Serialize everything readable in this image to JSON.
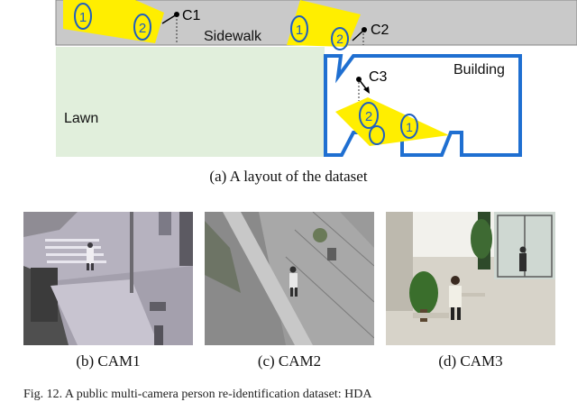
{
  "map": {
    "labels": {
      "sidewalk": "Sidewalk",
      "building": "Building",
      "lawn": "Lawn"
    },
    "cameras": [
      {
        "id": "C1"
      },
      {
        "id": "C2"
      },
      {
        "id": "C3"
      }
    ],
    "zone_numbers": {
      "c1_zone1": "1",
      "c1_zone2": "2",
      "c2_zone1": "1",
      "c2_zone2": "2",
      "c3_zone1": "1",
      "c3_zone2": "2"
    },
    "colors": {
      "sidewalk": "#c9c9c9",
      "lawn": "#e1efdc",
      "building_outline": "#1f6fd1",
      "fov": "#ffee00",
      "zone_outline": "#1f5fbf"
    }
  },
  "captions": {
    "layout": "(a)  A layout of the dataset",
    "cam1": "(b)  CAM1",
    "cam2": "(c)  CAM2",
    "cam3": "(d)  CAM3"
  },
  "figure_caption_partial": "Fig. 12.    A public multi-camera person re-identification dataset: HDA"
}
